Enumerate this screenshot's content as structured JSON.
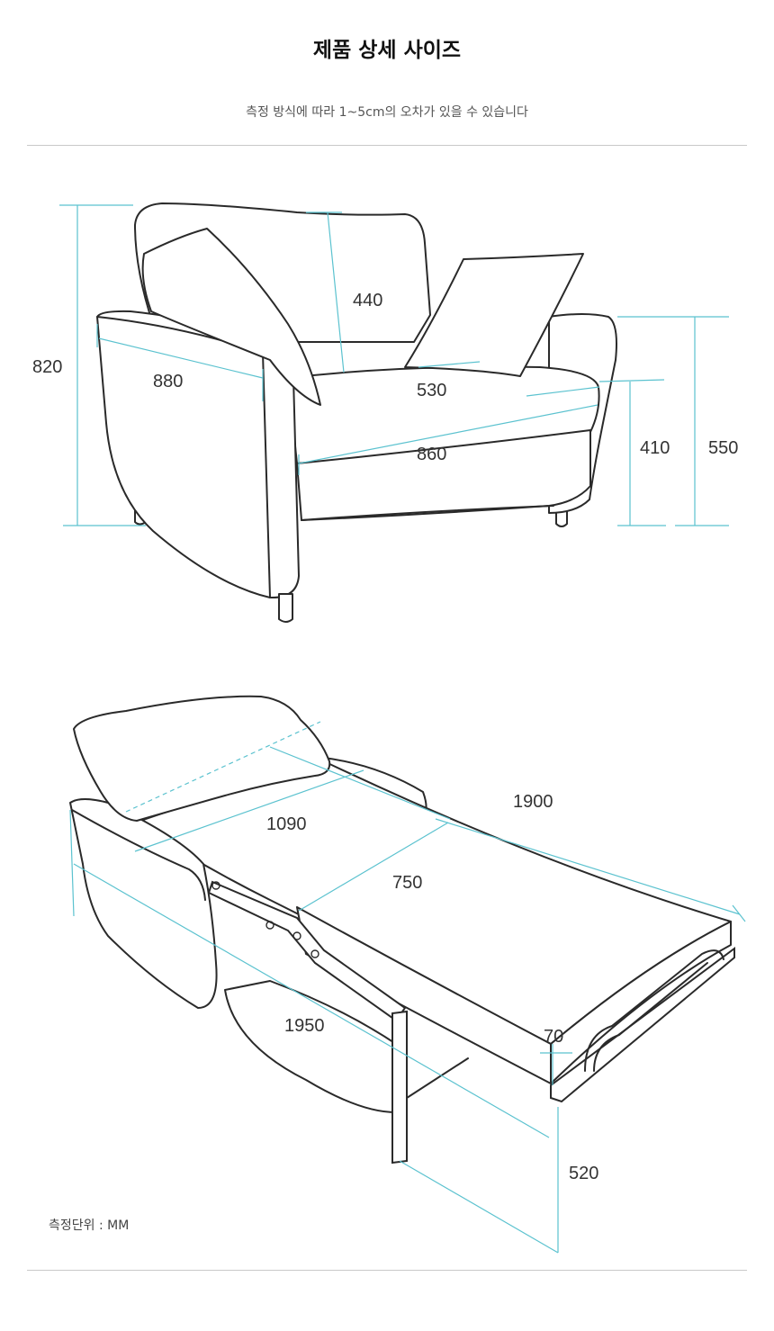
{
  "header": {
    "title": "제품 상세 사이즈",
    "subtitle": "측정 방식에 따라 1~5cm의 오차가 있을 수 있습니다"
  },
  "sofa_dimensions": {
    "total_height": "820",
    "depth": "880",
    "back_height": "440",
    "seat_depth": "530",
    "width": "860",
    "seat_height": "410",
    "arm_height": "550"
  },
  "bed_dimensions": {
    "length": "1900",
    "width": "1090",
    "mattress_width": "750",
    "total_length": "1950",
    "mattress_thickness": "70",
    "bed_height": "520"
  },
  "footer": {
    "unit_note": "측정단위 : MM"
  },
  "colors": {
    "dimension_line": "#5bc2cf",
    "outline": "#2a2a2a"
  }
}
